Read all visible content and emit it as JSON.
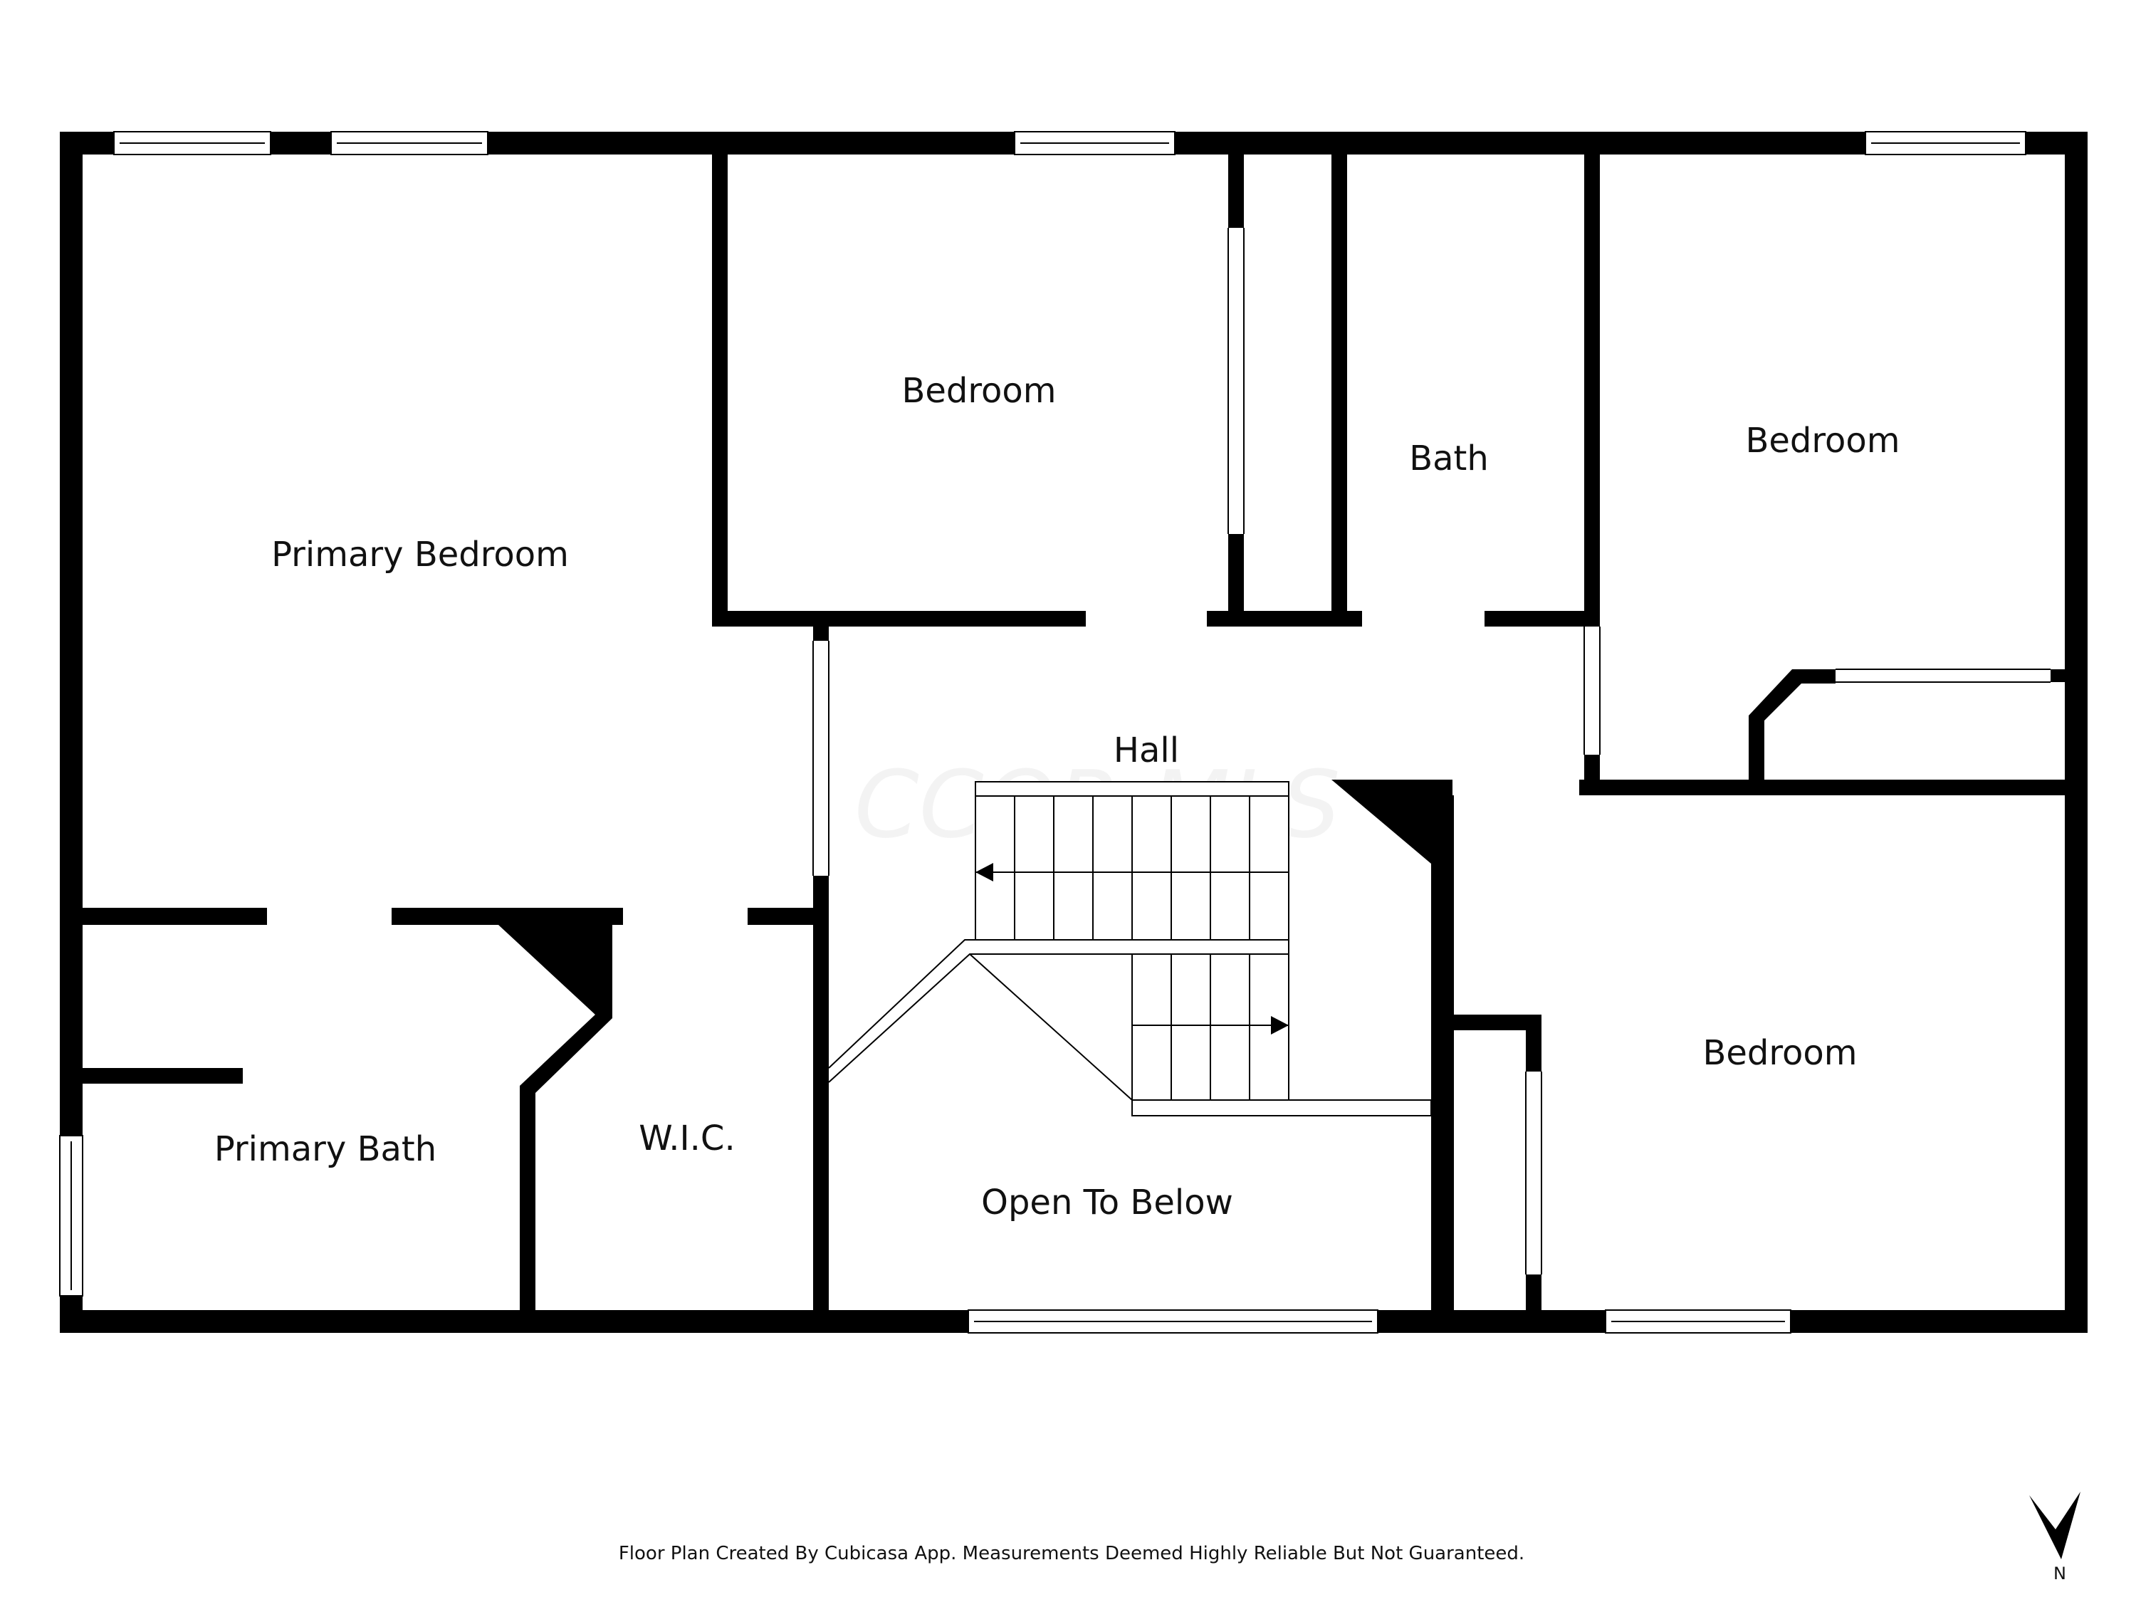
{
  "rooms": {
    "primary_bedroom": "Primary Bedroom",
    "bedroom_top": "Bedroom",
    "bath": "Bath",
    "bedroom_right": "Bedroom",
    "hall": "Hall",
    "primary_bath": "Primary Bath",
    "wic": "W.I.C.",
    "open_to_below": "Open To Below",
    "bedroom_bottom_right": "Bedroom"
  },
  "watermark": "CCOR MLS",
  "footer": "Floor Plan Created By Cubicasa App. Measurements Deemed Highly Reliable But Not Guaranteed.",
  "compass": {
    "label": "N"
  },
  "colors": {
    "wall": "#000000",
    "background": "#ffffff",
    "window": "#ffffff"
  }
}
